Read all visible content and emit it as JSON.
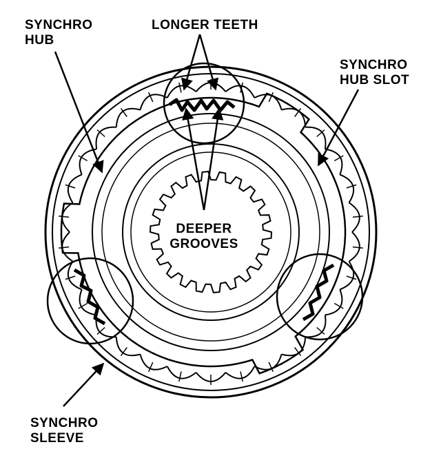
{
  "labels": {
    "synchro_hub": [
      "SYNCHRO",
      "HUB"
    ],
    "longer_teeth": "LONGER TEETH",
    "synchro_hub_slot": [
      "SYNCHRO",
      "HUB SLOT"
    ],
    "deeper_grooves": [
      "DEEPER",
      "GROOVES"
    ],
    "synchro_sleeve": [
      "SYNCHRO",
      "SLEEVE"
    ]
  },
  "colors": {
    "ink": "#000000",
    "paper": "#ffffff"
  }
}
